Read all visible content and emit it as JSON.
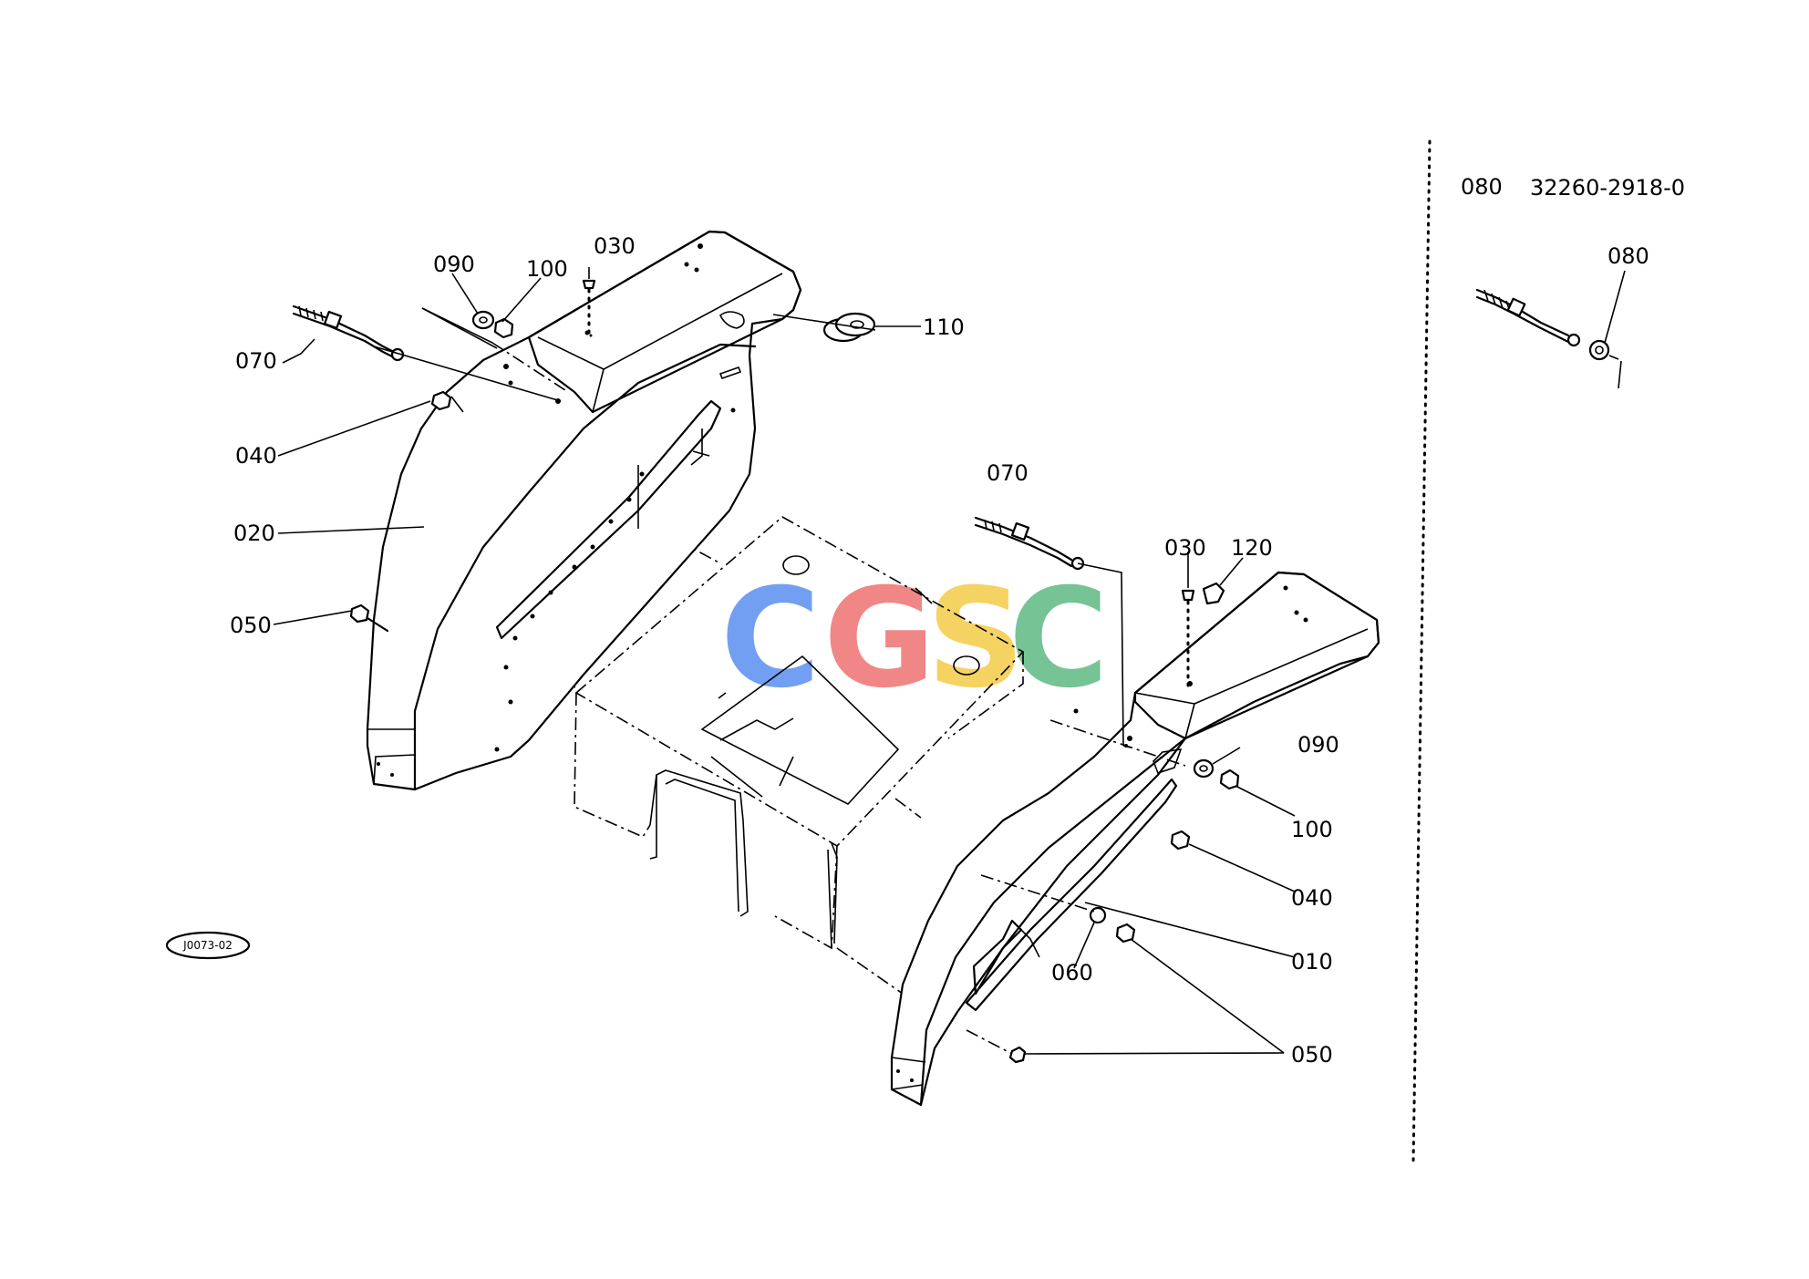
{
  "inset": {
    "header_ref": "080",
    "header_part_number": "32260-2918-0",
    "callout": "080"
  },
  "callouts": {
    "c090_left": "090",
    "c100_left": "100",
    "c030_left": "030",
    "c110": "110",
    "c070_left": "070",
    "c040_left": "040",
    "c020": "020",
    "c050_left": "050",
    "c070_right": "070",
    "c030_right": "030",
    "c120": "120",
    "c090_right": "090",
    "c100_right": "100",
    "c040_right": "040",
    "c060": "060",
    "c010": "010",
    "c050_right": "050"
  },
  "diagram_code": "J0073-02",
  "watermark": {
    "letters": [
      "C",
      "G",
      "S",
      "C"
    ],
    "colors": [
      "#5b8ff0",
      "#ee7272",
      "#f4cc47",
      "#5fb983"
    ]
  }
}
